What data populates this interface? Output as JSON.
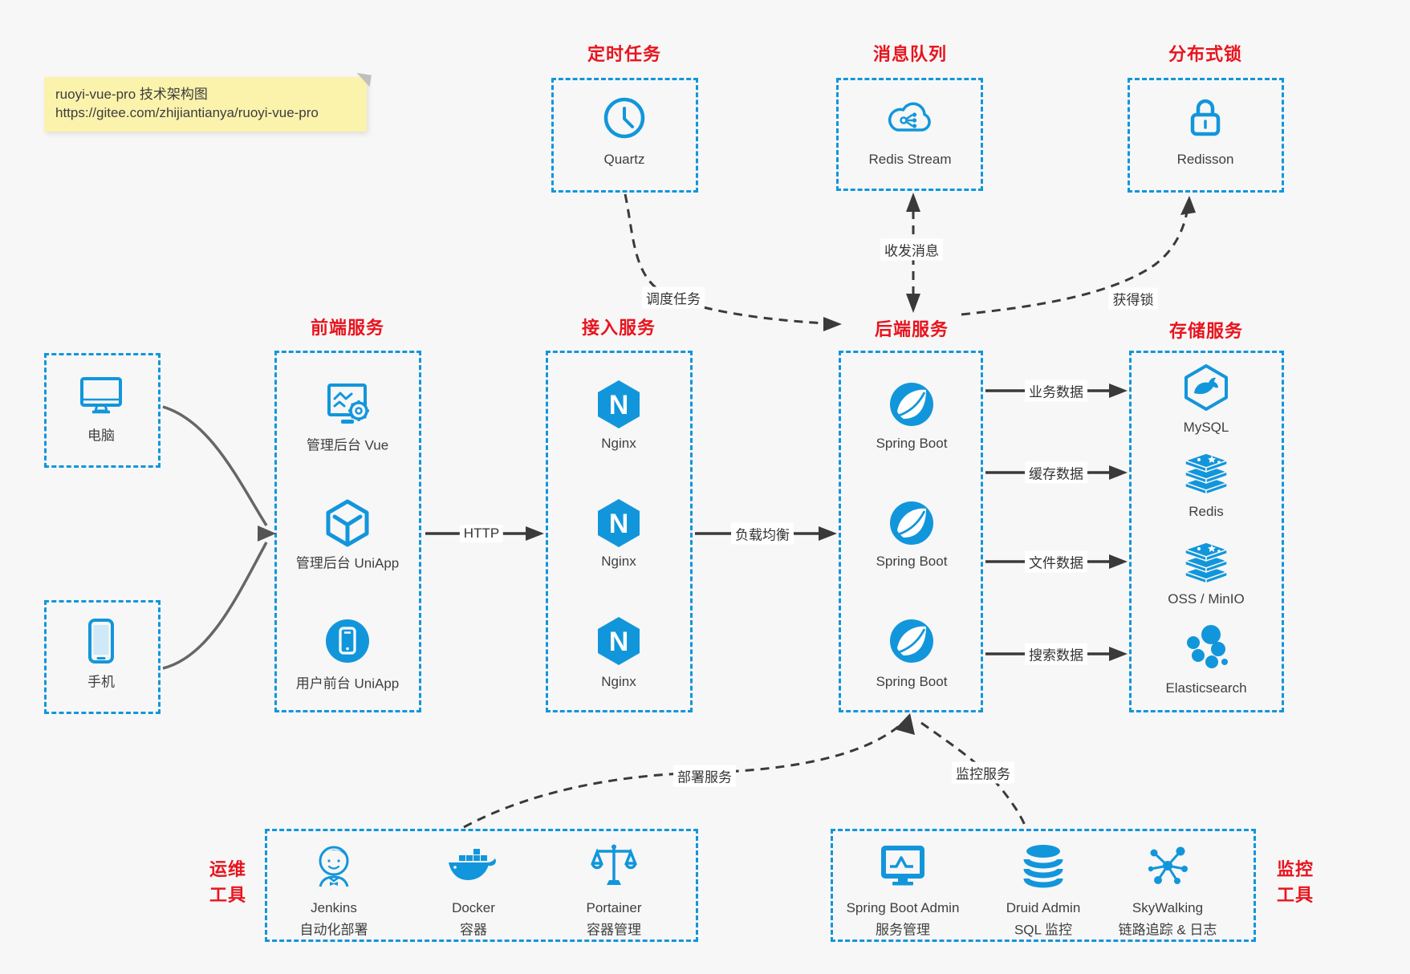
{
  "note": {
    "line1": "ruoyi-vue-pro 技术架构图",
    "line2": "https://gitee.com/zhijiantianya/ruoyi-vue-pro"
  },
  "colors": {
    "accent_blue": "#1296db",
    "title_red": "#e8141e",
    "note_bg": "#fbf3ac",
    "canvas_bg": "#f7f7f7",
    "arrow_dark": "#3a3a3a",
    "client_arrow_gray": "#666666"
  },
  "top_groups": [
    {
      "title": "定时任务",
      "item": {
        "icon": "clock-icon",
        "label": "Quartz"
      }
    },
    {
      "title": "消息队列",
      "item": {
        "icon": "cloud-share-icon",
        "label": "Redis Stream"
      }
    },
    {
      "title": "分布式锁",
      "item": {
        "icon": "lock-icon",
        "label": "Redisson"
      }
    }
  ],
  "clients": [
    {
      "icon": "desktop-icon",
      "label": "电脑"
    },
    {
      "icon": "mobile-icon",
      "label": "手机"
    }
  ],
  "service_columns": [
    {
      "title": "前端服务",
      "items": [
        {
          "icon": "admin-vue-icon",
          "label": "管理后台 Vue"
        },
        {
          "icon": "uniapp-icon",
          "label": "管理后台 UniApp"
        },
        {
          "icon": "user-app-icon",
          "label": "用户前台 UniApp"
        }
      ]
    },
    {
      "title": "接入服务",
      "items": [
        {
          "icon": "nginx-icon",
          "label": "Nginx"
        },
        {
          "icon": "nginx-icon",
          "label": "Nginx"
        },
        {
          "icon": "nginx-icon",
          "label": "Nginx"
        }
      ]
    },
    {
      "title": "后端服务",
      "items": [
        {
          "icon": "spring-icon",
          "label": "Spring Boot"
        },
        {
          "icon": "spring-icon",
          "label": "Spring Boot"
        },
        {
          "icon": "spring-icon",
          "label": "Spring Boot"
        }
      ]
    },
    {
      "title": "存储服务",
      "items": [
        {
          "icon": "mysql-icon",
          "label": "MySQL"
        },
        {
          "icon": "redis-icon",
          "label": "Redis"
        },
        {
          "icon": "oss-icon",
          "label": "OSS / MinIO"
        },
        {
          "icon": "elasticsearch-icon",
          "label": "Elasticsearch"
        }
      ]
    }
  ],
  "edges": {
    "http": "HTTP",
    "load_balance": "负载均衡",
    "schedule_task": "调度任务",
    "send_receive_message": "收发消息",
    "acquire_lock": "获得锁",
    "business_data": "业务数据",
    "cache_data": "缓存数据",
    "file_data": "文件数据",
    "search_data": "搜索数据",
    "deploy_service": "部署服务",
    "monitor_service": "监控服务"
  },
  "bottom_groups": [
    {
      "title_line1": "运维",
      "title_line2": "工具",
      "items": [
        {
          "icon": "jenkins-icon",
          "label": "Jenkins",
          "sublabel": "自动化部署"
        },
        {
          "icon": "docker-icon",
          "label": "Docker",
          "sublabel": "容器"
        },
        {
          "icon": "portainer-icon",
          "label": "Portainer",
          "sublabel": "容器管理"
        }
      ]
    },
    {
      "title_line1": "监控",
      "title_line2": "工具",
      "items": [
        {
          "icon": "springboot-admin-icon",
          "label": "Spring Boot Admin",
          "sublabel": "服务管理"
        },
        {
          "icon": "druid-icon",
          "label": "Druid Admin",
          "sublabel": "SQL 监控"
        },
        {
          "icon": "skywalking-icon",
          "label": "SkyWalking",
          "sublabel": "链路追踪 & 日志"
        }
      ]
    }
  ]
}
